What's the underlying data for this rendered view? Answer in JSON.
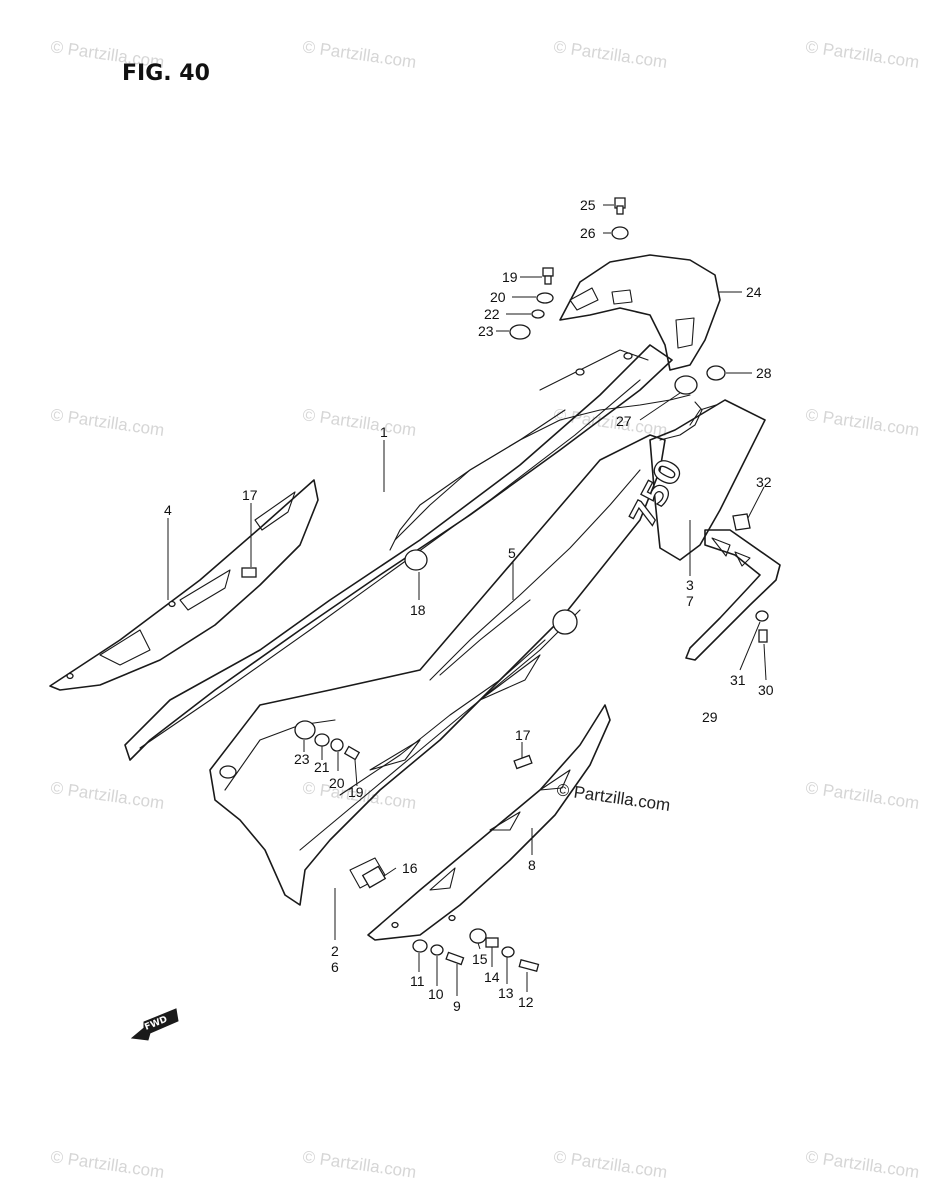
{
  "figure": {
    "title": "FIG. 40"
  },
  "watermark": {
    "text": "© Partzilla.com",
    "center_text": "© Partzilla.com"
  },
  "callouts": {
    "c1": "1",
    "c2_6": "2\n6",
    "c3_7": "3\n7",
    "c4": "4",
    "c5": "5",
    "c8": "8",
    "c9": "9",
    "c10": "10",
    "c11": "11",
    "c12": "12",
    "c13": "13",
    "c14": "14",
    "c15": "15",
    "c16": "16",
    "c17a": "17",
    "c17b": "17",
    "c18": "18",
    "c19a": "19",
    "c19b": "19",
    "c20a": "20",
    "c20b": "20",
    "c21": "21",
    "c22": "22",
    "c23a": "23",
    "c23b": "23",
    "c24": "24",
    "c25": "25",
    "c26": "26",
    "c27": "27",
    "c28": "28",
    "c29": "29",
    "c30": "30",
    "c31": "31",
    "c32": "32"
  },
  "badges": {
    "model_decal": "750",
    "fwd_arrow": "FWD"
  }
}
